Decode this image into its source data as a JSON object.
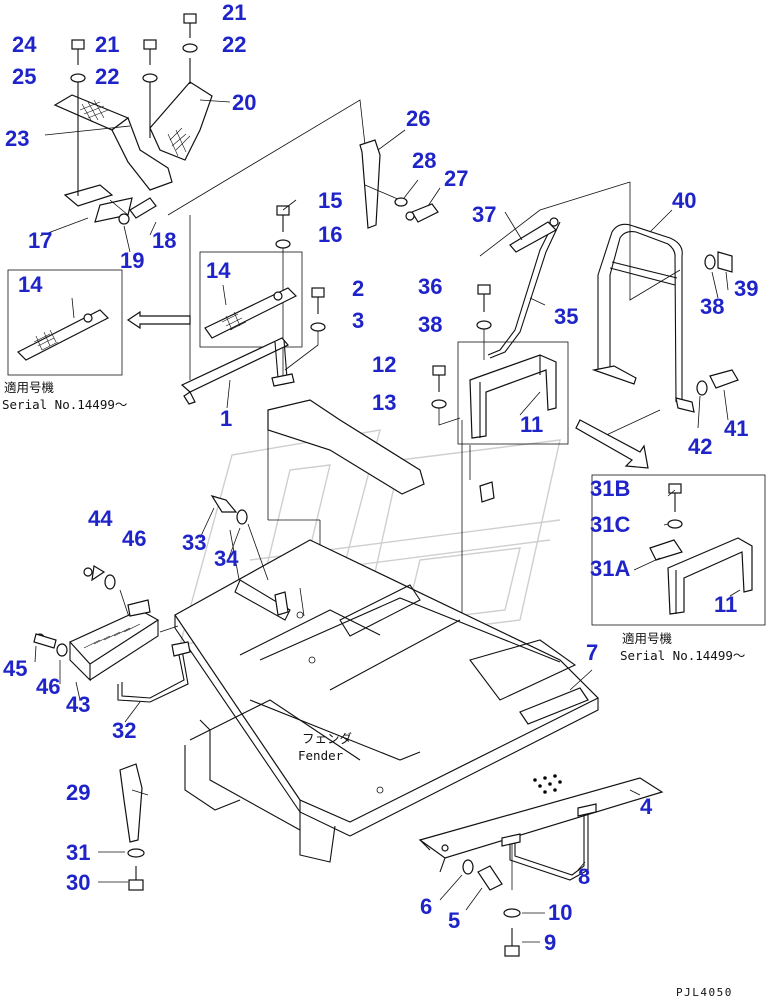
{
  "diagram": {
    "callouts": [
      {
        "id": "c21a",
        "text": "21"
      },
      {
        "id": "c22a",
        "text": "22"
      },
      {
        "id": "c24",
        "text": "24"
      },
      {
        "id": "c21b",
        "text": "21"
      },
      {
        "id": "c25",
        "text": "25"
      },
      {
        "id": "c22b",
        "text": "22"
      },
      {
        "id": "c20",
        "text": "20"
      },
      {
        "id": "c23",
        "text": "23"
      },
      {
        "id": "c26",
        "text": "26"
      },
      {
        "id": "c28",
        "text": "28"
      },
      {
        "id": "c27",
        "text": "27"
      },
      {
        "id": "c37",
        "text": "37"
      },
      {
        "id": "c40",
        "text": "40"
      },
      {
        "id": "c15",
        "text": "15"
      },
      {
        "id": "c16",
        "text": "16"
      },
      {
        "id": "c17",
        "text": "17"
      },
      {
        "id": "c18",
        "text": "18"
      },
      {
        "id": "c19",
        "text": "19"
      },
      {
        "id": "c14a",
        "text": "14"
      },
      {
        "id": "c14b",
        "text": "14"
      },
      {
        "id": "c2",
        "text": "2"
      },
      {
        "id": "c3",
        "text": "3"
      },
      {
        "id": "c36",
        "text": "36"
      },
      {
        "id": "c35",
        "text": "35"
      },
      {
        "id": "c38a",
        "text": "38"
      },
      {
        "id": "c39",
        "text": "39"
      },
      {
        "id": "c38b",
        "text": "38"
      },
      {
        "id": "c12",
        "text": "12"
      },
      {
        "id": "c13",
        "text": "13"
      },
      {
        "id": "c11a",
        "text": "11"
      },
      {
        "id": "c1",
        "text": "1"
      },
      {
        "id": "c42",
        "text": "42"
      },
      {
        "id": "c41",
        "text": "41"
      },
      {
        "id": "c31B",
        "text": "31B"
      },
      {
        "id": "c31C",
        "text": "31C"
      },
      {
        "id": "c31A",
        "text": "31A"
      },
      {
        "id": "c11b",
        "text": "11"
      },
      {
        "id": "c33",
        "text": "33"
      },
      {
        "id": "c34",
        "text": "34"
      },
      {
        "id": "c44",
        "text": "44"
      },
      {
        "id": "c46a",
        "text": "46"
      },
      {
        "id": "c45",
        "text": "45"
      },
      {
        "id": "c46b",
        "text": "46"
      },
      {
        "id": "c43",
        "text": "43"
      },
      {
        "id": "c32",
        "text": "32"
      },
      {
        "id": "c7",
        "text": "7"
      },
      {
        "id": "c4",
        "text": "4"
      },
      {
        "id": "c29",
        "text": "29"
      },
      {
        "id": "c31",
        "text": "31"
      },
      {
        "id": "c30",
        "text": "30"
      },
      {
        "id": "c8",
        "text": "8"
      },
      {
        "id": "c6",
        "text": "6"
      },
      {
        "id": "c5",
        "text": "5"
      },
      {
        "id": "c10",
        "text": "10"
      },
      {
        "id": "c9",
        "text": "9"
      }
    ],
    "notes": {
      "applicable_left_jp": "適用号機",
      "serial_left": "Serial No.14499～",
      "applicable_right_jp": "適用号機",
      "serial_right": "Serial No.14499～",
      "fender_jp": "フェンダ",
      "fender_en": "Fender"
    },
    "drawing_code": "PJL4050"
  },
  "colors": {
    "callout": "#1f24c8",
    "line": "#111111",
    "watermark": "#cfcfcf"
  }
}
